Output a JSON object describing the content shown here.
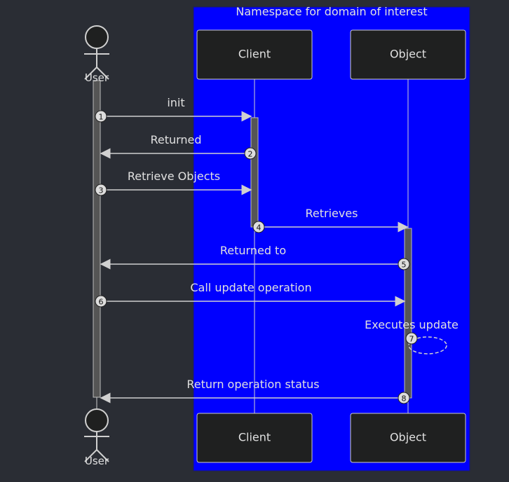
{
  "namespace_label": "Namespace for domain of interest",
  "actor": {
    "label": "User"
  },
  "participants": [
    {
      "id": "client",
      "label": "Client"
    },
    {
      "id": "object",
      "label": "Object"
    }
  ],
  "messages": [
    {
      "number": "1",
      "label": "init",
      "from": "user",
      "to": "client",
      "dashed": false
    },
    {
      "number": "2",
      "label": "Returned",
      "from": "client",
      "to": "user",
      "dashed": false
    },
    {
      "number": "3",
      "label": "Retrieve Objects",
      "from": "user",
      "to": "client",
      "dashed": false
    },
    {
      "number": "4",
      "label": "Retrieves",
      "from": "client",
      "to": "object",
      "dashed": false
    },
    {
      "number": "5",
      "label": "Returned to",
      "from": "object",
      "to": "user",
      "dashed": false
    },
    {
      "number": "6",
      "label": "Call update operation",
      "from": "user",
      "to": "object",
      "dashed": false
    },
    {
      "number": "7",
      "label": "Executes update",
      "from": "object",
      "to": "object",
      "dashed": true
    },
    {
      "number": "8",
      "label": "Return operation status",
      "from": "object",
      "to": "user",
      "dashed": false
    }
  ],
  "colors": {
    "background": "#2a2d34",
    "namespace_fill": "#0000ff",
    "box_fill": "#1f2020",
    "line": "#d0d0d0",
    "text": "#e0e0e0",
    "badge_fill": "#dddddd",
    "badge_text": "#111111",
    "activation_fill": "#555555"
  }
}
